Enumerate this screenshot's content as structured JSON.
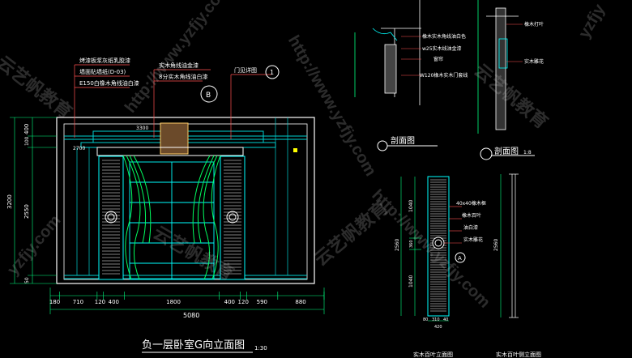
{
  "drawing": {
    "title": "负一层卧室G向立面图",
    "scale_main": "1:30",
    "section_label": "剖面图",
    "section_label_2": "剖面图",
    "section_scale_2": "1:8",
    "bottom_label_1": "实木百叶立面图",
    "bottom_label_2": "实木百叶侧立面图"
  },
  "annotations": {
    "a1": "烤漆板浆灰纸乳胶漆",
    "a2": "墙面贴墙纸(D-03)",
    "a3": "E150白橡木角线油白漆",
    "a4": "实木角线油金漆",
    "a5": "8分实木角线油白漆",
    "a6": "门见详图",
    "s1": "橡木实木角线油白色",
    "s2": "w25实木线油金漆",
    "s3": "窗帘",
    "s4": "W120橡木实木门套线",
    "s5": "橡木打叶",
    "s6": "实木雕花",
    "l1": "40x40橡木框",
    "l2": "橡木百叶",
    "l3": "油白漆",
    "l4": "实木雕花"
  },
  "markers": {
    "b": "B",
    "one": "1",
    "a": "A"
  },
  "dimensions": {
    "bottom": [
      "180",
      "710",
      "120",
      "400",
      "1800",
      "400",
      "120",
      "590",
      "880"
    ],
    "total": "5080",
    "left": [
      "400",
      "100",
      "2550",
      "50"
    ],
    "left_total": "3200",
    "ceil1": "3300",
    "ceil2": "2700",
    "louver_h": [
      "1040",
      "360",
      "1040"
    ],
    "louver_total": "2560",
    "louver_w": [
      "80",
      "310",
      "40"
    ],
    "louver_w_total": "420",
    "side_total": "2560"
  },
  "watermarks": {
    "w1": "http://www.yzfjy.com",
    "w2": "云艺帆教育",
    "w3": "http://www.yzfjy.com",
    "w4": "云艺帆教育",
    "w5": "yzfjy",
    "w6": "云艺帆教育",
    "w7": "http://www.yzfjy.com",
    "w8": "云艺帆教育",
    "w9": "yzfjy.com"
  },
  "colors": {
    "wall": "#ffffff",
    "ceiling": "#00d0d0",
    "door": "#00ffff",
    "curtain": "#00ff60",
    "dim": "#00ff80",
    "leader": "#ff5050",
    "text": "#ffffff",
    "accent": "#ffff00"
  }
}
